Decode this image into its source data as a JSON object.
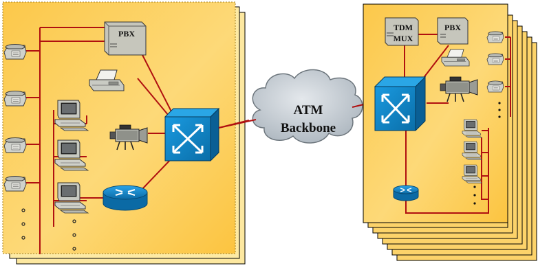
{
  "left_site": {
    "pbx_label": "PBX"
  },
  "cloud": {
    "line1": "ATM",
    "line2": "Backbone"
  },
  "right_site": {
    "tdm_line1": "TDM",
    "tdm_line2": "MUX",
    "pbx_label": "PBX"
  },
  "colors": {
    "panel_fill": "#fcc94c",
    "panel_fill_light": "#fde9a6",
    "link_line": "#b01010",
    "switch_blue": "#0c84c6",
    "device_gray": "#c6c6bc",
    "cloud_fill": "#c4ccd2"
  }
}
